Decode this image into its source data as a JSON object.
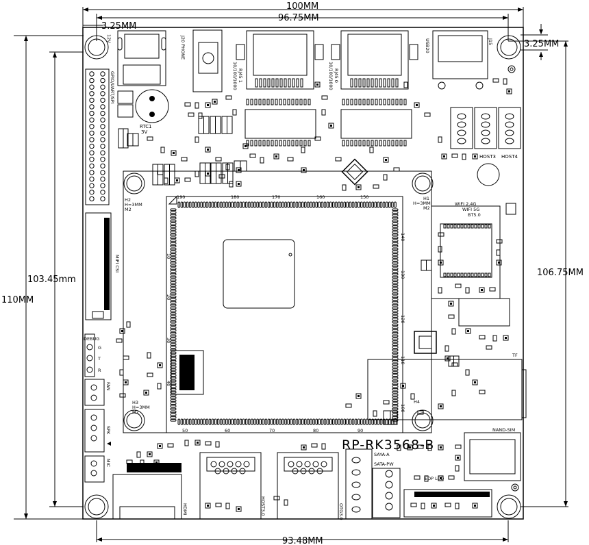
{
  "dimensions": {
    "width_100": "100MM",
    "width_96": "96.75MM",
    "offset_left": "3.25MM",
    "offset_right": "3.25MM",
    "height_103": "103.45mm",
    "height_110": "110MM",
    "height_106": "106.75MM",
    "width_93": "93.48MM"
  },
  "board": {
    "model": "RP-RK3568-B"
  },
  "labels": {
    "v12": "12V",
    "phone": "J20 PHONE",
    "rj45_1": "RJ45 1",
    "rj45_1_speed": "10/100/1000",
    "rj45_0": "RJ45 0",
    "rj45_0_speed": "10/100/1000",
    "usb20": "USB20",
    "j15": "J15",
    "gpio": "GPIO/UART/SPI",
    "rtc": "RTC1",
    "rtc_v": "3V",
    "host3": "HOST3",
    "host4": "HOST4",
    "h2": "H2",
    "h2_size": "H=3MM",
    "m2_left": "M2",
    "h1": "H1",
    "h1_size": "H=3MM",
    "m2_right": "M2",
    "wifi24": "WIFI 2.4G",
    "wifi5": "WIFI 5G",
    "bt": "BT5.0",
    "mipi": "MIPI CSI",
    "debug": "DEBUG",
    "pin_g": "G",
    "pin_t": "T",
    "pin_r": "R",
    "fan": "FAN",
    "h3": "H3",
    "h3_size": "H=3MM",
    "m2_h3": "M2",
    "spk": "SPK",
    "mic": "MIC",
    "h4": "H4",
    "tf": "TF",
    "nand_sim": "NAND-SIM",
    "saya": "SAYA-A",
    "sata_pw": "SATA-PW",
    "edp": "EDP LCD",
    "hdmi": "HDMI",
    "host30": "HOST3.0",
    "otg30": "OTG3.0",
    "soc_pins": [
      "190",
      "180",
      "170",
      "160",
      "150",
      "50",
      "60",
      "70",
      "80",
      "90",
      "10",
      "20",
      "30",
      "40",
      "140",
      "130",
      "120",
      "110",
      "100"
    ]
  }
}
